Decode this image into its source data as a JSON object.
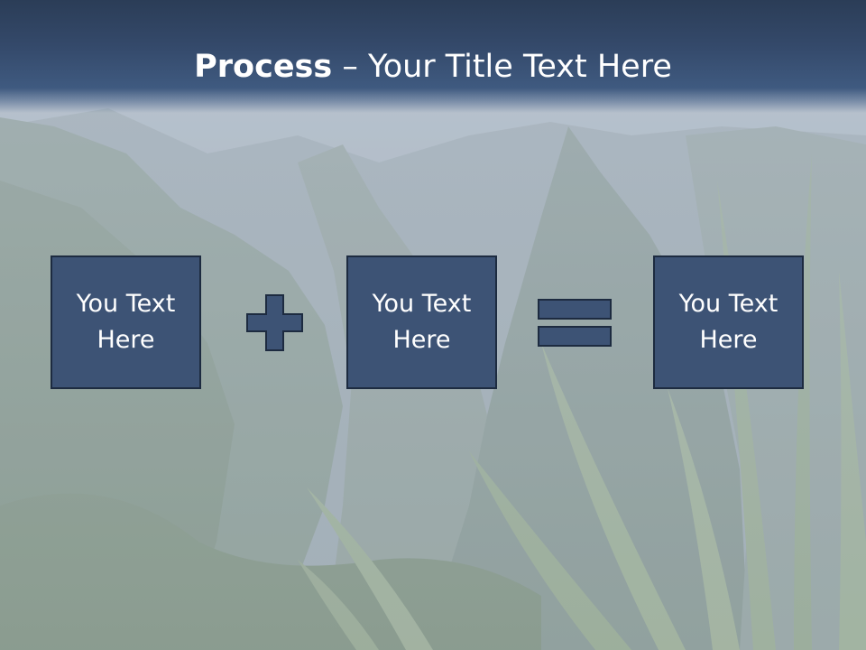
{
  "title": {
    "bold": "Process",
    "rest": " – Your Title Text Here"
  },
  "boxes": [
    {
      "label": "You Text Here"
    },
    {
      "label": "You Text Here"
    },
    {
      "label": "You Text Here"
    }
  ],
  "operators": [
    "plus-icon",
    "equals-icon"
  ],
  "colors": {
    "title_bar": "#34496a",
    "box_fill": "#3d5375",
    "box_border": "#1d2b40",
    "operator_fill": "#3d5375",
    "text": "#ffffff"
  }
}
